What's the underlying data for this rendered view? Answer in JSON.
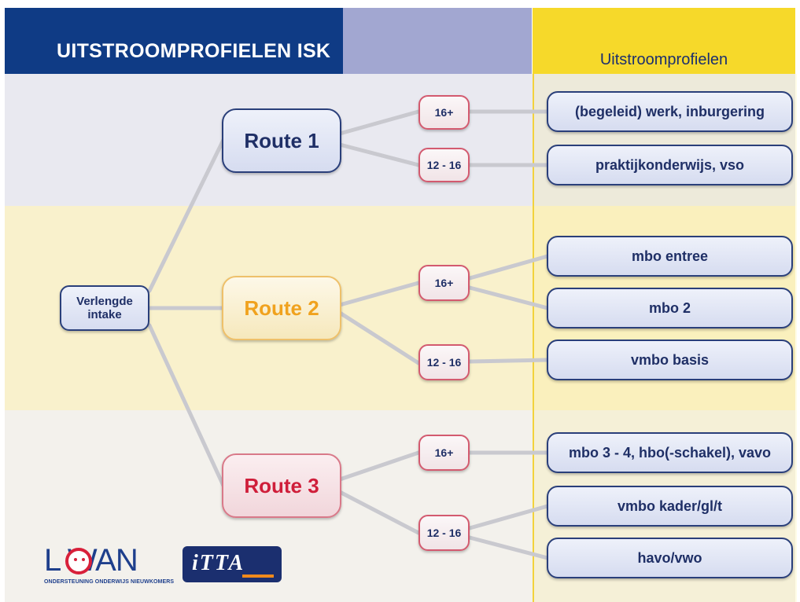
{
  "header": {
    "title": "UITSTROOMPROFIELEN ISK",
    "right_title": "Uitstroomprofielen"
  },
  "diagram": {
    "start": {
      "line1": "Verlengde",
      "line2": "intake"
    },
    "routes": [
      {
        "label": "Route 1",
        "color": "#1f2f66",
        "ages": [
          {
            "label": "16+",
            "outcomes": [
              "(begeleid) werk, inburgering"
            ]
          },
          {
            "label": "12 - 16",
            "outcomes": [
              "praktijkonderwijs, vso"
            ]
          }
        ]
      },
      {
        "label": "Route 2",
        "color": "#f0a21e",
        "ages": [
          {
            "label": "16+",
            "outcomes": [
              "mbo entree",
              "mbo 2"
            ]
          },
          {
            "label": "12 - 16",
            "outcomes": [
              "vmbo basis"
            ]
          }
        ]
      },
      {
        "label": "Route 3",
        "color": "#cf1e3a",
        "ages": [
          {
            "label": "16+",
            "outcomes": [
              "mbo 3 - 4, hbo(-schakel), vavo"
            ]
          },
          {
            "label": "12 - 16",
            "outcomes": [
              "vmbo kader/gl/t",
              "havo/vwo"
            ]
          }
        ]
      }
    ]
  },
  "logos": {
    "lowan": {
      "word": "L WAN",
      "tagline": "ONDERSTEUNING ONDERWIJS NIEUWKOMERS"
    },
    "itta": {
      "word": "iTTA"
    }
  },
  "colors": {
    "header_blue": "#0f3b85",
    "header_lavender": "#a2a7d1",
    "header_yellow": "#f6d92a",
    "line_gray": "#c9c9cf"
  }
}
